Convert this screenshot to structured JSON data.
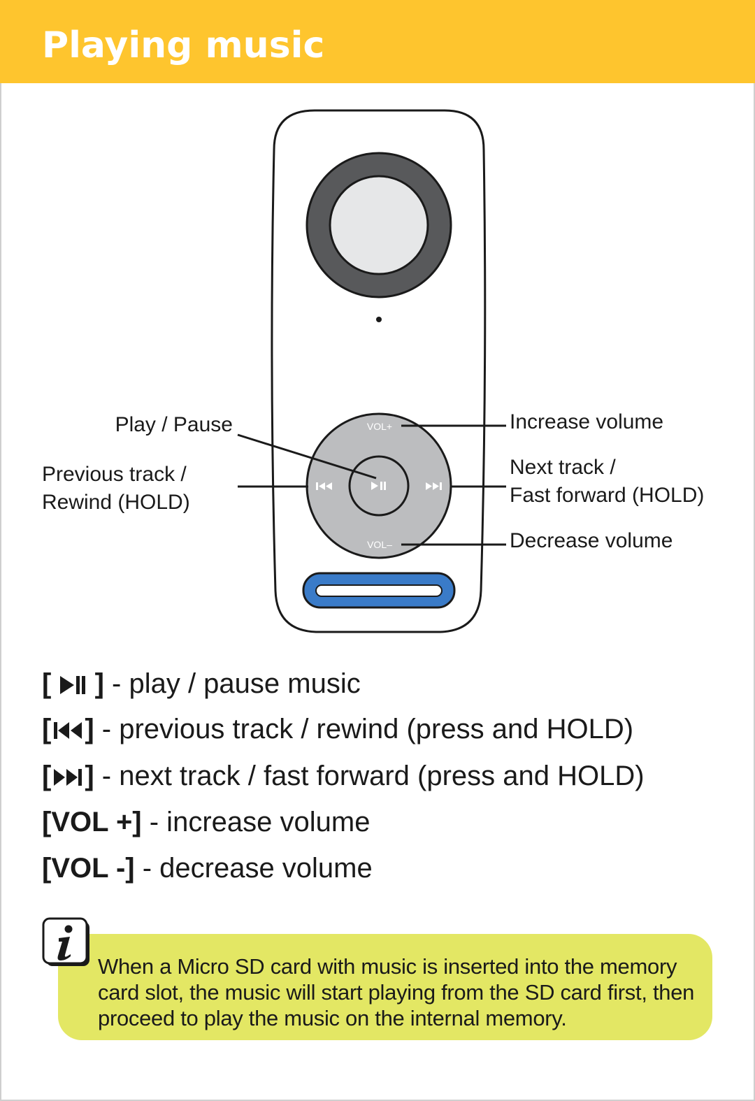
{
  "header": {
    "title": "Playing music",
    "background_color": "#fec52e"
  },
  "device": {
    "wheel_labels": {
      "vol_up": "VOL+",
      "vol_down": "VOL–"
    },
    "callouts": {
      "play_pause": "Play / Pause",
      "previous_track_line1": "Previous track /",
      "previous_track_line2": "Rewind (HOLD)",
      "increase_volume": "Increase volume",
      "next_track_line1": "Next track /",
      "next_track_line2": "Fast forward (HOLD)",
      "decrease_volume": "Decrease volume"
    },
    "colors": {
      "speaker_ring": "#58595b",
      "speaker_center": "#e6e7e8",
      "wheel": "#bcbdbf",
      "slot_accent": "#3a7bc8"
    }
  },
  "legend": [
    {
      "key_open": "[",
      "key_icon": "play-pause-icon",
      "key_close": "]",
      "description": "- play / pause music"
    },
    {
      "key_open": "[",
      "key_icon": "previous-track-icon",
      "key_close": "]",
      "description": "- previous track / rewind (press and HOLD)"
    },
    {
      "key_open": "[",
      "key_icon": "next-track-icon",
      "key_close": "]",
      "description": "- next track / fast forward (press and HOLD)"
    },
    {
      "key": "[VOL +]",
      "description": "- increase volume"
    },
    {
      "key": "[VOL -]",
      "description": "- decrease volume"
    }
  ],
  "note": {
    "icon": "info-icon",
    "text": "When a Micro SD card with music is inserted into the memory card slot, the music will start playing from the SD card first, then proceed to play the music on the internal memory.",
    "background_color": "#e3e764"
  }
}
